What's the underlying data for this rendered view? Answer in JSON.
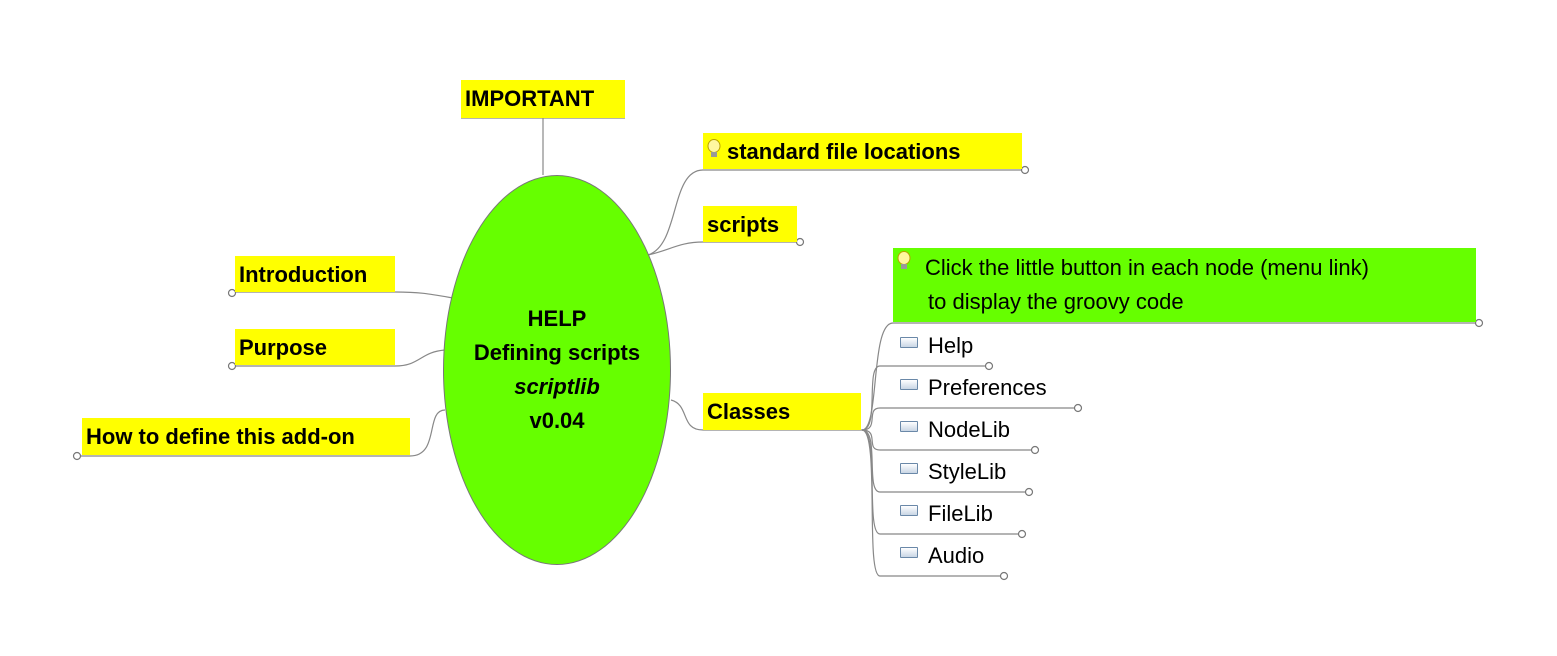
{
  "root": {
    "lines": [
      "HELP",
      "Defining scripts",
      "scriptlib",
      "v0.04"
    ]
  },
  "nodes": {
    "important": "IMPORTANT",
    "standard_file_locations": "standard file locations",
    "scripts": "scripts",
    "introduction": "Introduction",
    "purpose": "Purpose",
    "how_to_define": "How to define this add-on",
    "classes": "Classes",
    "click_note": {
      "line1": "Click the little button in each node (menu link)",
      "line2": "to display the groovy code"
    }
  },
  "classes_children": [
    "Help",
    "Preferences",
    "NodeLib",
    "StyleLib",
    "FileLib",
    "Audio"
  ],
  "colors": {
    "node_bg": "#ffff00",
    "root_bg": "#66ff00",
    "note_bg": "#66ff00"
  }
}
